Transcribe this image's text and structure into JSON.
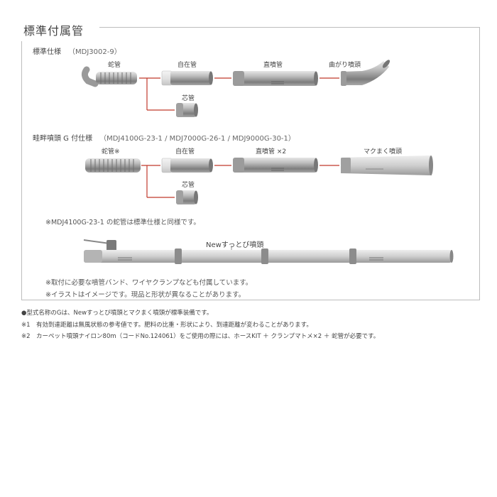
{
  "section_title": "標準付属管",
  "standard": {
    "title": "標準仕様",
    "code": "（MDJ3002-9）",
    "labels": [
      "蛇管",
      "自在管",
      "直噴管",
      "曲がり噴頭",
      "芯管"
    ]
  },
  "g_spec": {
    "title": "畦畔噴頭 G 付仕様",
    "code": "（MDJ4100G-23-1 / MDJ7000G-26-1 / MDJ9000G-30-1）",
    "labels": [
      "蛇管※",
      "自在管",
      "直噴管 ×2",
      "マクまく噴頭",
      "芯管"
    ]
  },
  "note_jakan": "※MDJ4100G-23-1 の蛇管は標準仕様と同様です。",
  "new_nozzle_label": "Newすっとび噴頭",
  "frame_notes": [
    "※取付に必要な噴管バンド、ワイヤクランプなども付属しています。",
    "※イラストはイメージです。現品と形状が異なることがあります。"
  ],
  "footnotes": [
    "●型式名称のGは、Newすっとび噴頭とマクまく噴頭が標準装備です。",
    "※1　有効到達距離は無風状態の参考値です。肥料の比重・形状により、到達距離が変わることがあります。",
    "※2　カーペット噴頭ナイロン80m（コードNo.124061）をご使用の際には、ホースKIT ＋ クランプマトメ×2 ＋ 蛇管が必要です。"
  ],
  "colors": {
    "connector": "#c0392b",
    "pipe": "#8a8a8a",
    "pipe_light": "#d9d9d9",
    "frame": "#bdbdbd"
  }
}
